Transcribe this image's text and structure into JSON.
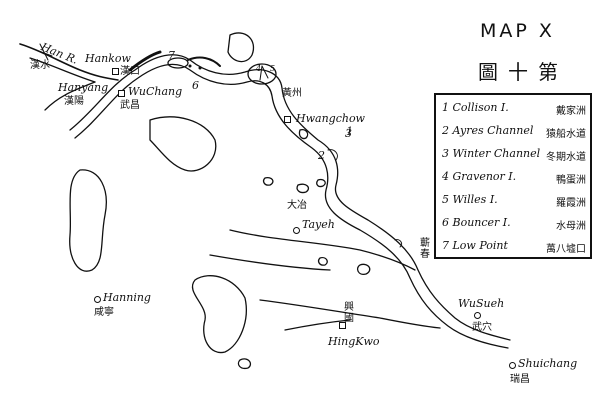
{
  "map": {
    "title": "MAP X",
    "subtitle": "圖十第",
    "legend": [
      {
        "en": "1 Collison I.",
        "zh": "戴家洲"
      },
      {
        "en": "2 Ayres Channel",
        "zh": "猿船水道"
      },
      {
        "en": "3 Winter Channel",
        "zh": "冬期水道"
      },
      {
        "en": "4 Gravenor I.",
        "zh": "鴨蛋洲"
      },
      {
        "en": "5 Willes I.",
        "zh": "羅霞洲"
      },
      {
        "en": "6 Bouncer I.",
        "zh": "水母洲"
      },
      {
        "en": "7 Low Point",
        "zh": "萬八墟口"
      }
    ],
    "places": {
      "han_river": "Han R.",
      "han_zh": "漢水",
      "hankow": "Hankow",
      "hankow_zh": "漢口",
      "hanyang": "Hanyang",
      "hanyang_zh": "漢陽",
      "wuchang": "WuChang",
      "wuchang_zh": "武昌",
      "huangchow": "Hwangchow",
      "huangchow_zh": "黃州",
      "tayeh": "Tayeh",
      "tayeh_zh": "大冶",
      "kichun_zh": "蘄春",
      "hanning": "Hanning",
      "hanning_zh": "咸寧",
      "wusueh": "WuSueh",
      "wusueh_zh": "武穴",
      "hingkwo": "HingKwo",
      "hingkwo_zh": "興國",
      "shuichang": "Shuichang",
      "shuichang_zh": "瑞昌"
    },
    "river_markers": [
      "1",
      "2",
      "3",
      "4",
      "5",
      "6",
      "7"
    ]
  }
}
